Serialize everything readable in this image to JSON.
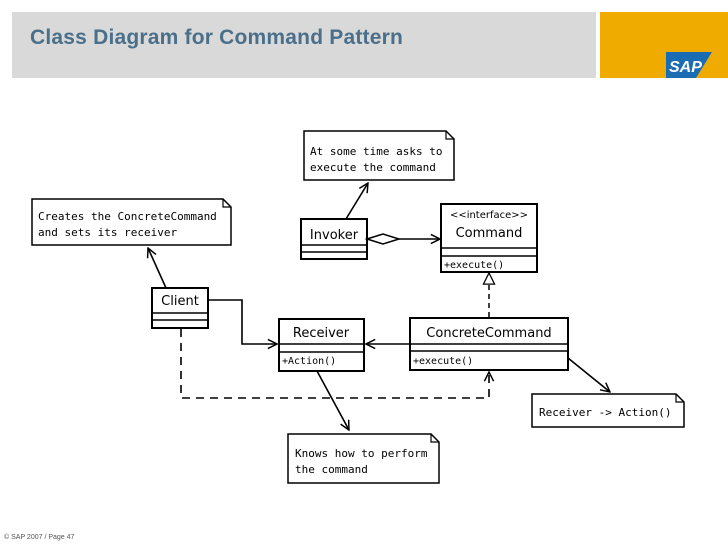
{
  "header": {
    "title": "Class Diagram for Command Pattern"
  },
  "logo": {
    "text": "SAP"
  },
  "footer": {
    "text": "© SAP 2007 / Page 47"
  },
  "diagram": {
    "classes": {
      "invoker": {
        "name": "Invoker"
      },
      "command": {
        "stereotype": "<<interface>>",
        "name": "Command",
        "method": "+execute()"
      },
      "client": {
        "name": "Client"
      },
      "receiver": {
        "name": "Receiver",
        "method": "+Action()"
      },
      "concrete_command": {
        "name": "ConcreteCommand",
        "method": "+execute()"
      }
    },
    "notes": {
      "invoker_note": [
        "At some time asks to",
        "execute the command"
      ],
      "client_note": [
        "Creates the ConcreteCommand",
        "and sets its receiver"
      ],
      "receiver_note": [
        "Knows how to perform",
        "the command"
      ],
      "concrete_note": [
        "Receiver -> Action()"
      ]
    }
  },
  "colors": {
    "header_bg": "#d9d9d9",
    "title": "#4a6f8a",
    "logo_bg": "#f0ab00",
    "logo_blue": "#1a6db3"
  }
}
